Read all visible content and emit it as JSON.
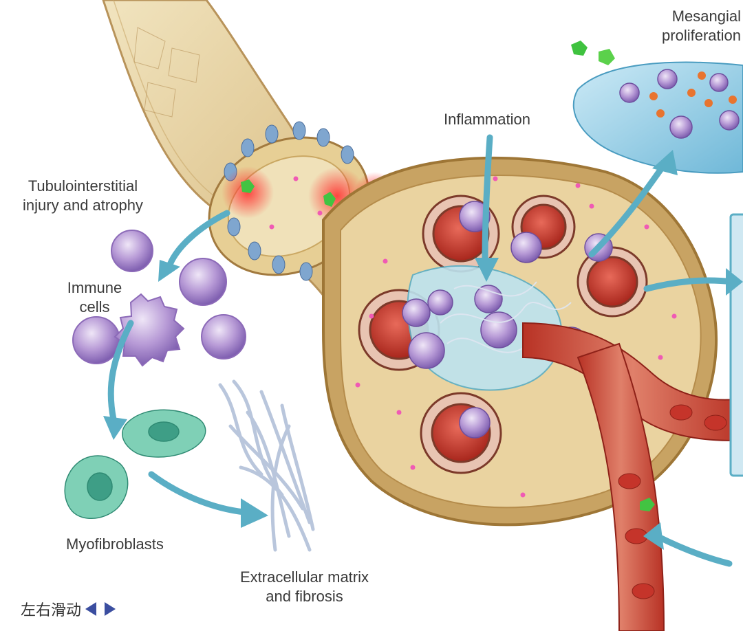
{
  "labels": {
    "mesangial": [
      "Mesangial",
      "proliferation"
    ],
    "inflammation": "Inflammation",
    "tubulo": [
      "Tubulointerstitial",
      "injury and atrophy"
    ],
    "immune": [
      "Immune",
      "cells"
    ],
    "myofibroblasts": "Myofibroblasts",
    "ecm": [
      "Extracellular matrix",
      "and fibrosis"
    ]
  },
  "footer": {
    "swipe_text": "左右滑动"
  },
  "colors": {
    "arrow": "#5aaec5",
    "tubule": "#e8d6a8",
    "tubule_edge": "#c9a86a",
    "capsule_fill": "#d9b978",
    "capillary": "#c0392b",
    "mesangial_plate": "#9fd3e8",
    "immune_cell": "#a68ac9",
    "myofibroblast": "#4fb9a0",
    "fiber": "#c9d4e6",
    "nav_arrow": "#3b4ea0"
  }
}
